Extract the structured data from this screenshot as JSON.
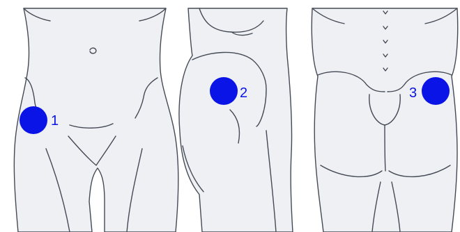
{
  "panels": [
    {
      "view": "front",
      "marker": {
        "label": "1"
      }
    },
    {
      "view": "side",
      "marker": {
        "label": "2"
      }
    },
    {
      "view": "back",
      "marker": {
        "label": "3"
      }
    }
  ],
  "colors": {
    "background": "#ffffff",
    "skin": "#eef0f3",
    "outline": "#444a55",
    "marker": "#0a14e6"
  }
}
